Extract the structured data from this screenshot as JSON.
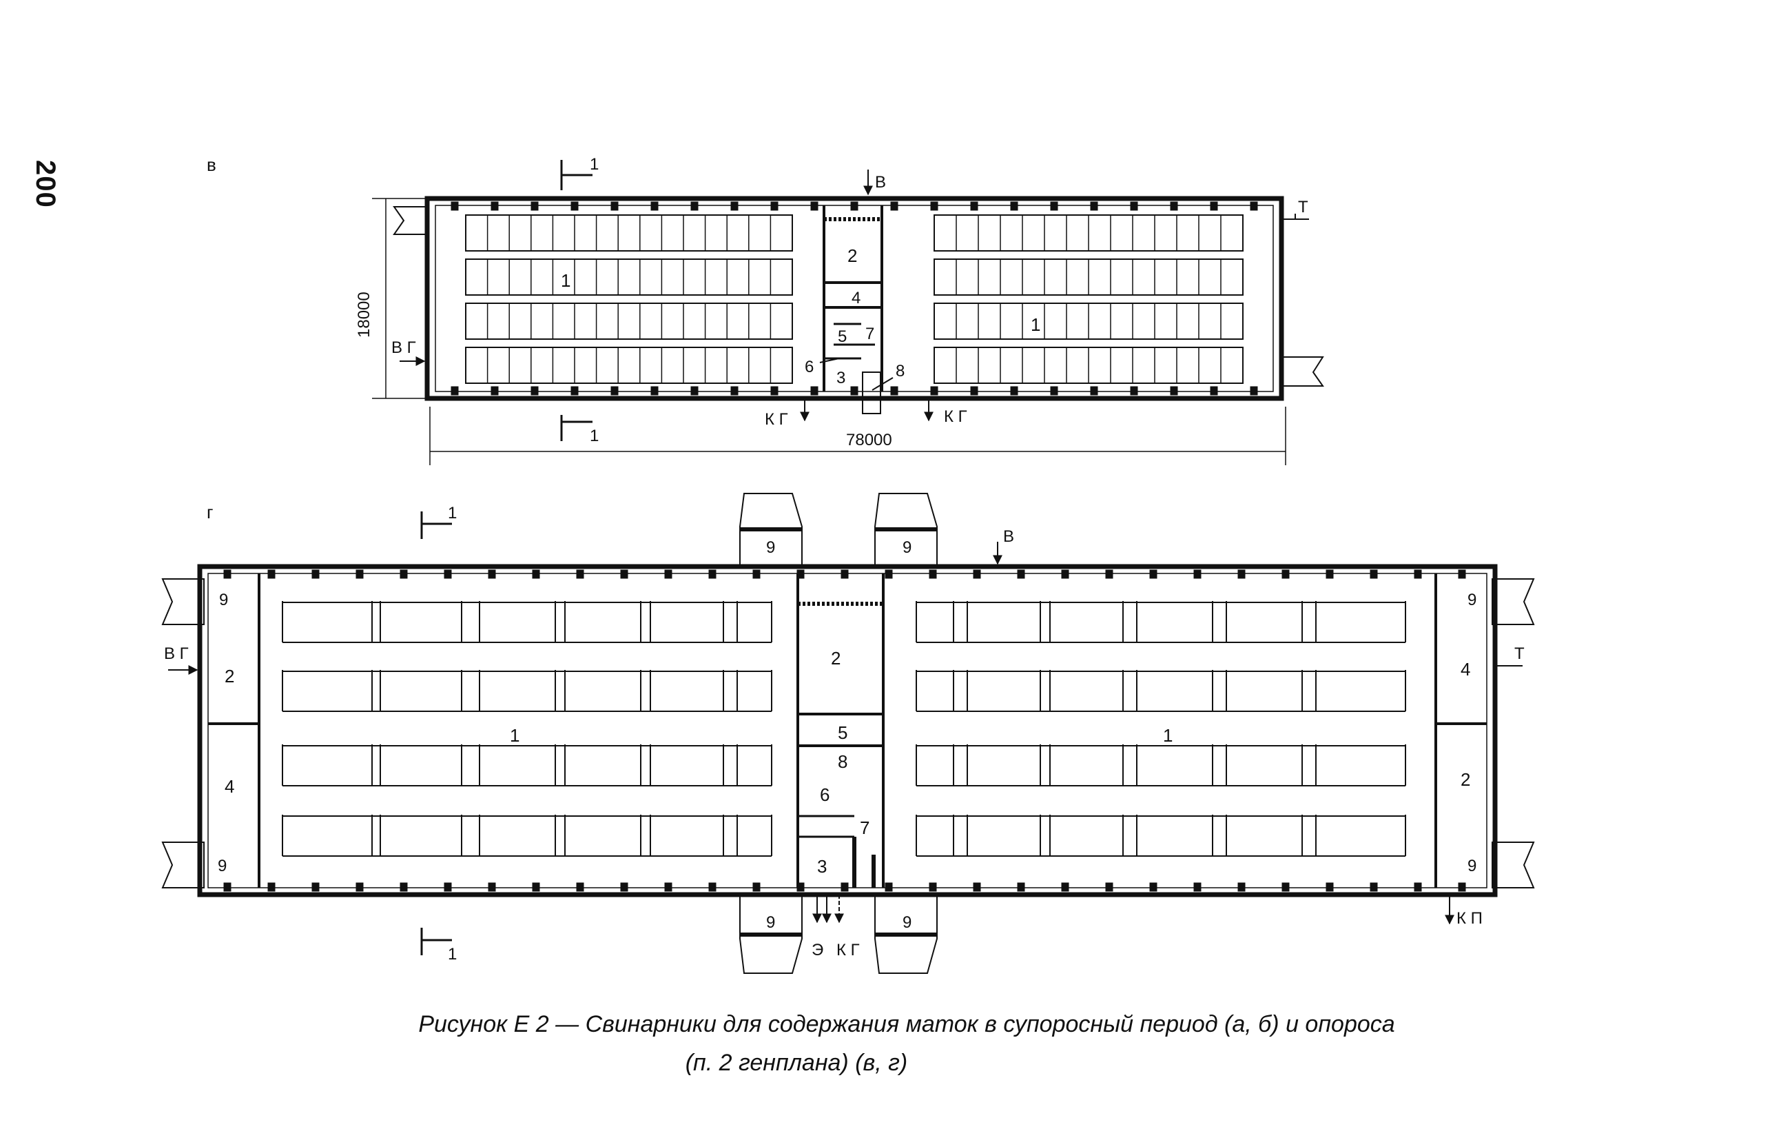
{
  "page_number": "200",
  "caption": {
    "line1": "Рисунок Е  2 — Свинарники для содержания маток в супоросный период (а, б) и опороса",
    "line2": "(п. 2 генплана) (в, г)"
  },
  "plan_v": {
    "letter": "в",
    "section_mark": "1",
    "dim_width": "18000",
    "dim_length": "78000",
    "rooms": {
      "hall_left": "1",
      "hall_right": "1",
      "r2": "2",
      "r3": "3",
      "r4": "4",
      "r5": "5",
      "r6": "6",
      "r7": "7",
      "r8": "8"
    },
    "utilities": {
      "water": "В",
      "heat": "Т",
      "gas_in": "В Г",
      "kg": "К Г"
    }
  },
  "plan_g": {
    "letter": "г",
    "section_mark": "1",
    "rooms": {
      "hall": "1",
      "r2": "2",
      "r3": "3",
      "r4": "4",
      "r5": "5",
      "r6": "6",
      "r7": "7",
      "r8": "8",
      "r9": "9"
    },
    "utilities": {
      "water": "В",
      "heat": "Т",
      "gas_in": "В Г",
      "power": "Э",
      "kg": "К Г",
      "kp": "К П"
    }
  }
}
